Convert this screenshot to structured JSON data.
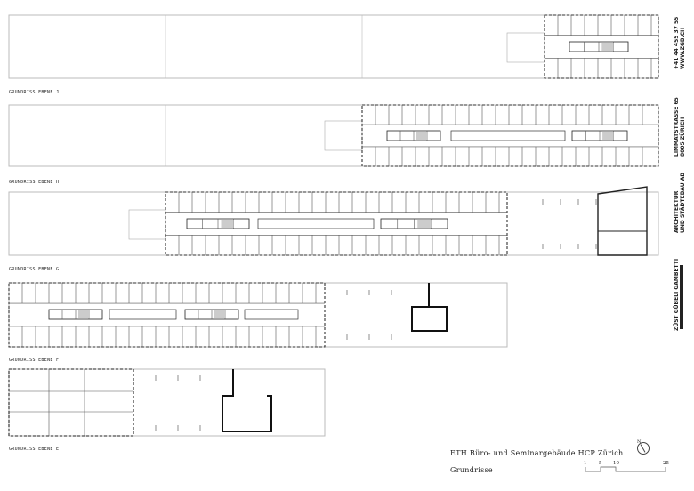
{
  "plans": [
    {
      "label": "GRUNDRISS EBENE J"
    },
    {
      "label": "GRUNDRISS EBENE H"
    },
    {
      "label": "GRUNDRISS EBENE G"
    },
    {
      "label": "GRUNDRISS EBENE F"
    },
    {
      "label": "GRUNDRISS EBENE E"
    }
  ],
  "sidebar": {
    "phone": "+41 44 455 37 55",
    "web": "WWW.ZGB.CH",
    "street": "LIMMATSTRASSE 65",
    "city": "8005 ZÜRICH",
    "discipline1": "ARCHITEKTUR",
    "discipline2": "UND STÄDTEBAU AB",
    "firm": "ZÜST GÜBELI GAMBETTI"
  },
  "footer": {
    "project": "ETH Büro- und Seminargebäude HCP Zürich",
    "sheet": "Grundrisse",
    "north": "N",
    "scale_ticks": [
      "1",
      "5",
      "10",
      "25"
    ]
  }
}
